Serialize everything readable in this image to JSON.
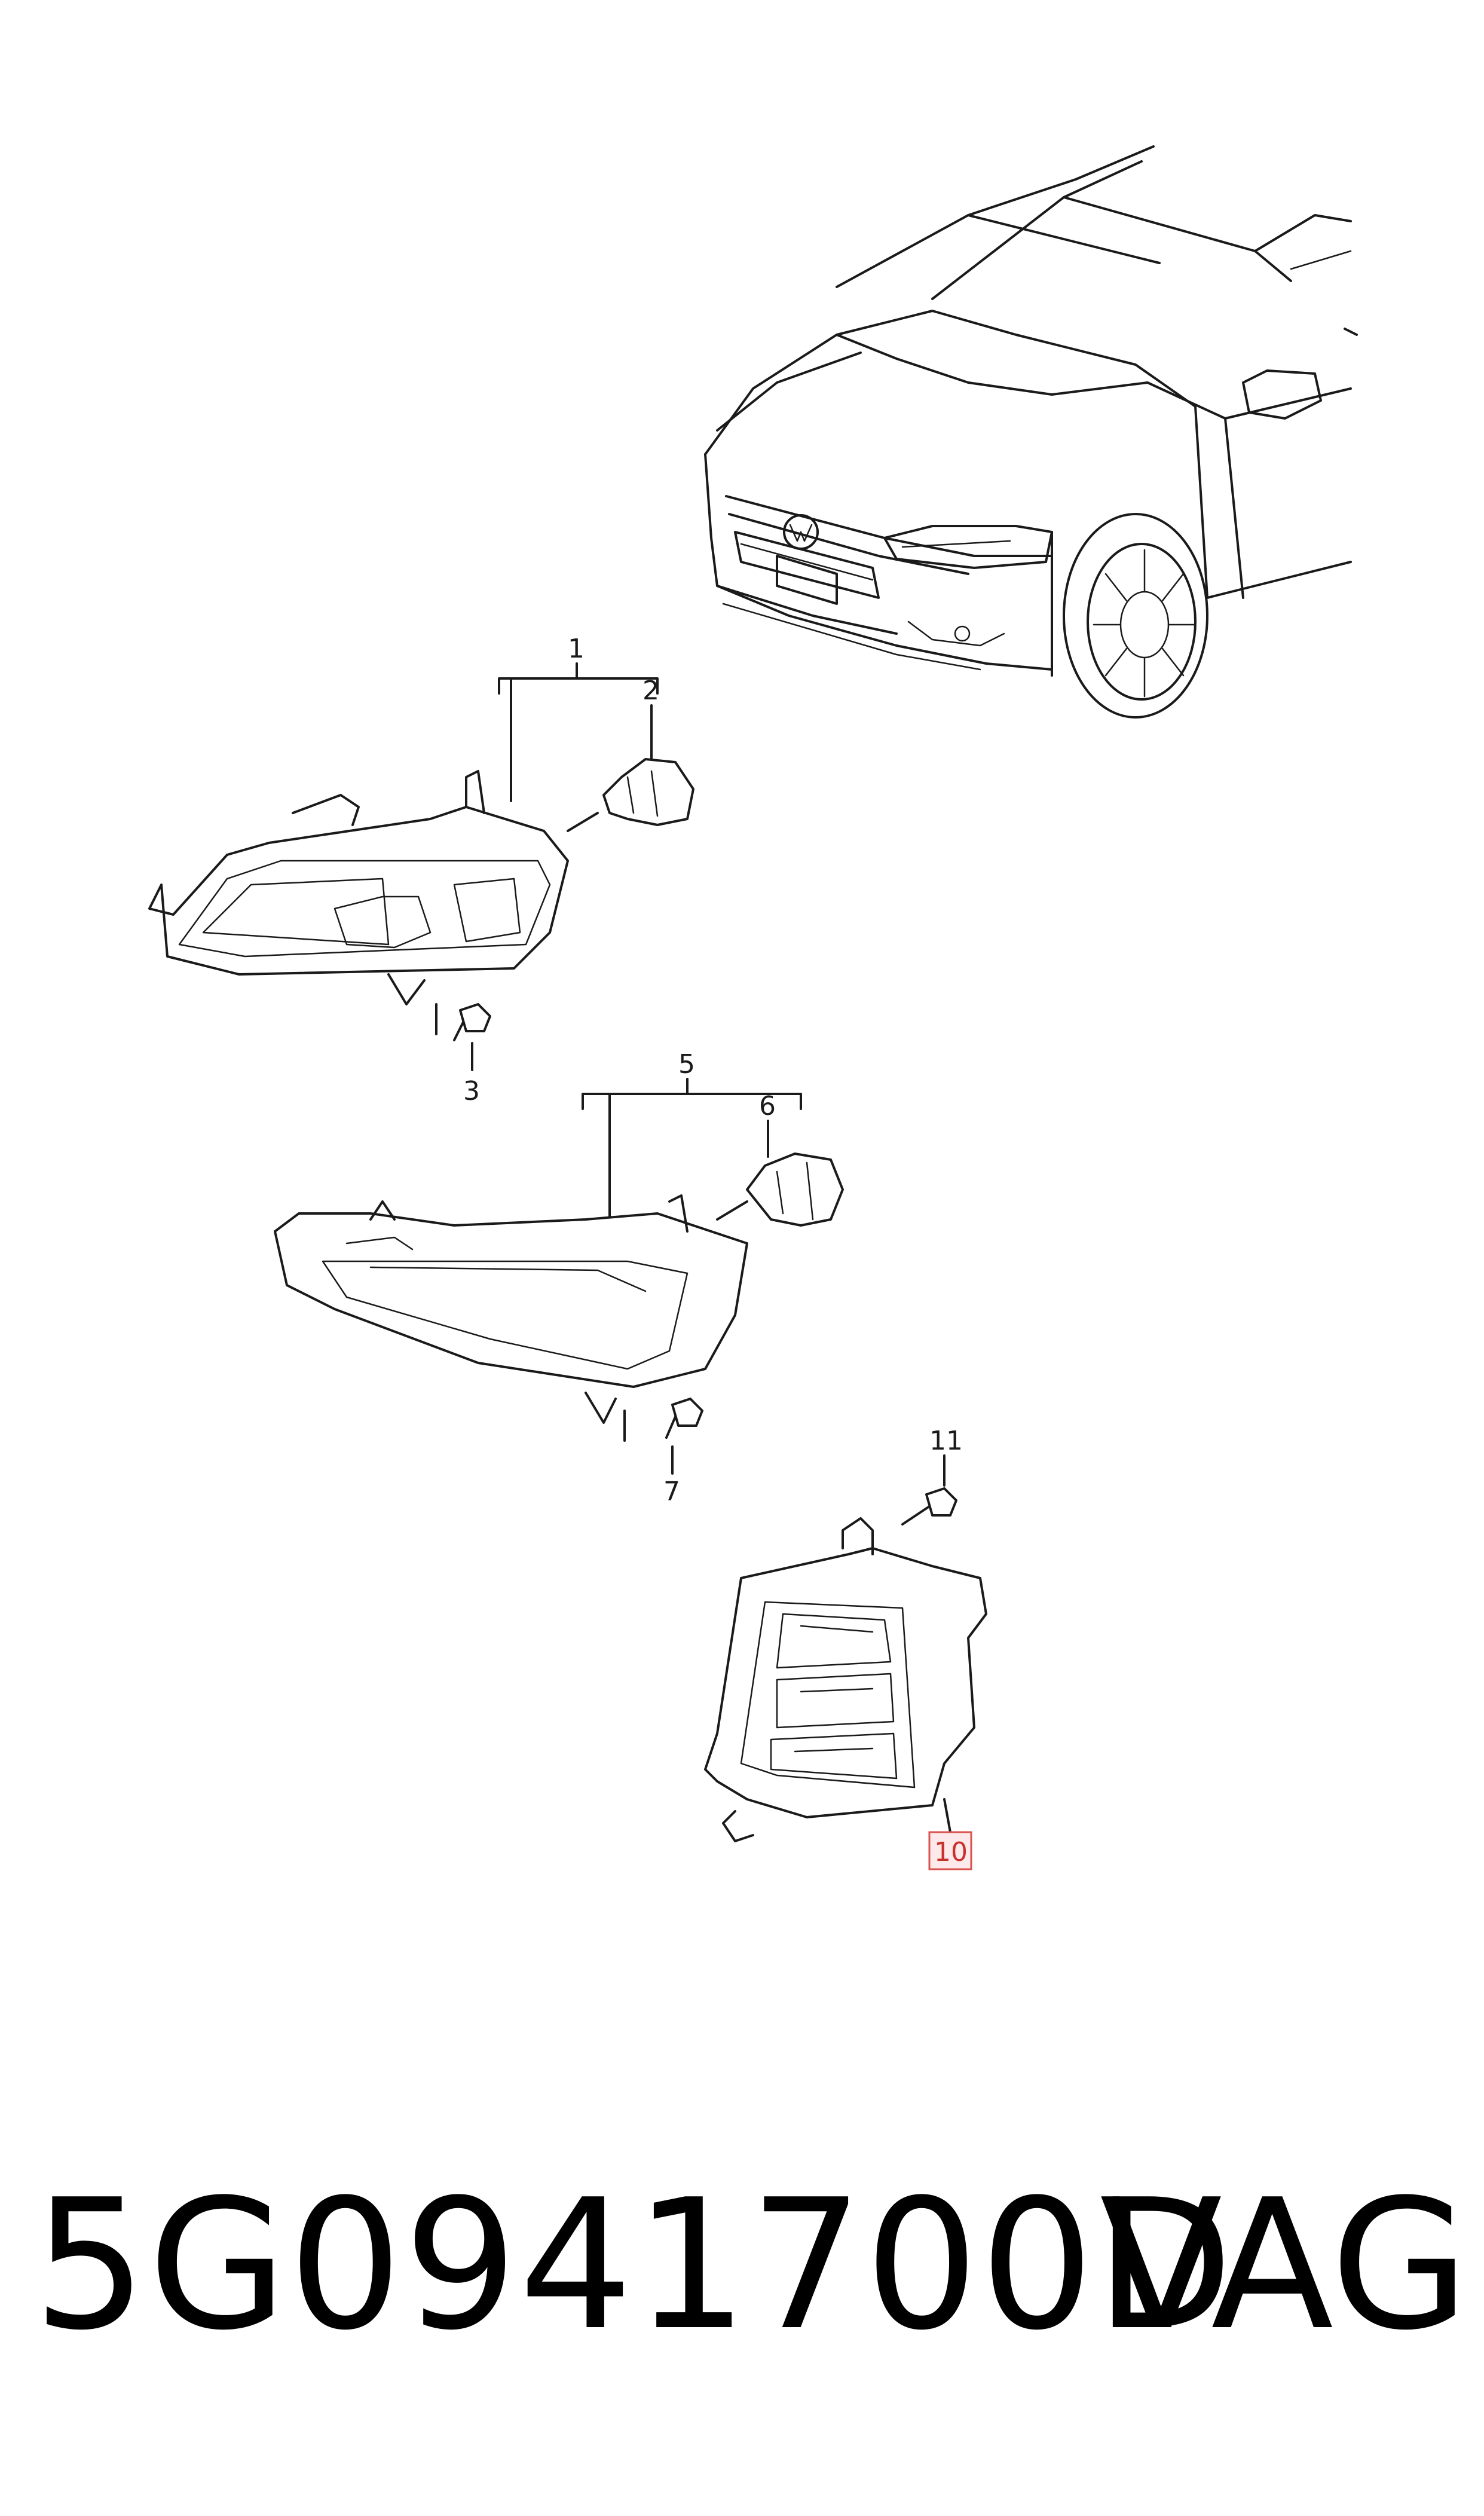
{
  "callouts": {
    "c1": "1",
    "c2": "2",
    "c3": "3",
    "c5": "5",
    "c6": "6",
    "c7": "7",
    "c10": "10",
    "c11": "11"
  },
  "footer": {
    "part_number": "5G0941700D",
    "brand": "VAG"
  },
  "colors": {
    "line": "#1a1a1a",
    "highlight_border": "#d9534f",
    "highlight_fill": "#fde8ea"
  }
}
